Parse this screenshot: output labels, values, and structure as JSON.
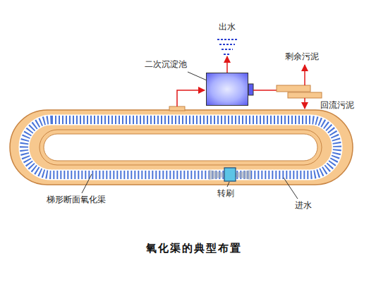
{
  "diagram": {
    "caption": "氧化渠的典型布置",
    "nodes": [
      {
        "text": [
          "二次沉淀池"
        ]
      }
    ],
    "labels": [
      "出水",
      "剩余污泥",
      "回流污泥",
      "梯形断面氧化渠",
      "转刷",
      "进水"
    ]
  }
}
